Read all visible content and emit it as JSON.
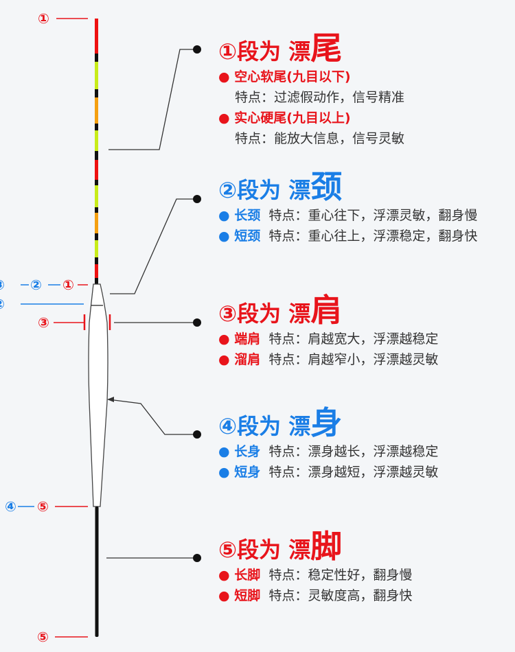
{
  "colors": {
    "red": "#e8141b",
    "blue": "#1a7ee6"
  },
  "left_markers": {
    "m1_top": "①",
    "m2": "②",
    "m1_mid": "①",
    "m3": "③",
    "m4": "④",
    "m5_mid": "⑤",
    "m5_bottom": "⑤"
  },
  "sections": [
    {
      "num": "①",
      "prefix": "段为 ",
      "piao": "漂",
      "part": "尾",
      "color": "red",
      "items": [
        {
          "name": "空心软尾(九目以下)",
          "desc": "特点：过滤假动作，信号精准"
        },
        {
          "name": "实心硬尾(九目以上)",
          "desc": "特点：能放大信息，信号灵敏"
        }
      ]
    },
    {
      "num": "②",
      "prefix": "段为 ",
      "piao": "漂",
      "part": "颈",
      "color": "blue",
      "items": [
        {
          "name": "长颈",
          "desc": "特点：重心往下，浮漂灵敏，翻身慢"
        },
        {
          "name": "短颈",
          "desc": "特点：重心往上，浮漂稳定，翻身快"
        }
      ]
    },
    {
      "num": "③",
      "prefix": "段为 ",
      "piao": "漂",
      "part": "肩",
      "color": "red",
      "items": [
        {
          "name": "端肩",
          "desc": "特点：肩越宽大，浮漂越稳定"
        },
        {
          "name": "溜肩",
          "desc": "特点：肩越窄小，浮漂越灵敏"
        }
      ]
    },
    {
      "num": "④",
      "prefix": "段为 ",
      "piao": "漂",
      "part": "身",
      "color": "blue",
      "items": [
        {
          "name": "长身",
          "desc": "特点：漂身越长，浮漂越稳定"
        },
        {
          "name": "短身",
          "desc": "特点：漂身越短，浮漂越灵敏"
        }
      ]
    },
    {
      "num": "⑤",
      "prefix": "段为 ",
      "piao": "漂",
      "part": "脚",
      "color": "red",
      "items": [
        {
          "name": "长脚",
          "desc": "特点：稳定性好，翻身慢"
        },
        {
          "name": "短脚",
          "desc": "特点：灵敏度高，翻身快"
        }
      ]
    }
  ]
}
